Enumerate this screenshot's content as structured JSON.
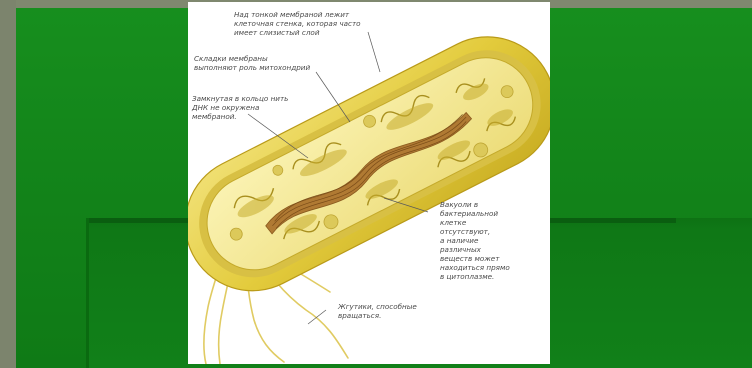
{
  "diagram": {
    "labels": {
      "cell_wall": "Над тонкой мембраной лежит\nклеточная стенка, которая часто\nимеет слизистый слой",
      "membrane_folds": "Складки мембраны\nвыполняют роль митохондрий",
      "dna": "Замкнутая в кольцо нить\nДНК не окружена\nмембраной.",
      "vacuoles": "Вакуоли в\nбактериальной\nклетке\nотсутствуют,\nа наличие\nразличных\nвеществ может\nнаходиться прямо\nв цитоплазме.",
      "flagella": "Жгутики, способные\nвращаться."
    }
  },
  "colors": {
    "slide_green": "#128219",
    "cell_wall": "#e8d24a",
    "cytoplasm": "#f4e88a",
    "dna": "#a5702a",
    "membrane": "#c9b22c",
    "flagella": "#e3cf6a",
    "label_text": "#4a4a4a"
  }
}
